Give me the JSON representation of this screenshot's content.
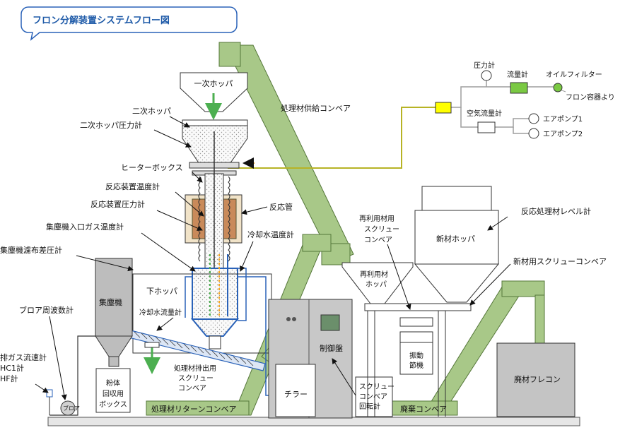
{
  "title": "フロン分解装置システムフロー図",
  "colors": {
    "accent": "#2a62b8",
    "conveyor": "#a8c888",
    "conveyor_edge": "#55773a",
    "gray_unit": "#bdbdbd",
    "heater": "#c98a5a",
    "yellow_box": "#ffff00",
    "flow_green": "#7ac943",
    "wire": "#b7b325"
  },
  "labels": {
    "primary_hopper": "一次ホッパ",
    "secondary_hopper": "二次ホッパ",
    "secondary_hopper_pressure": "二次ホッパ圧力計",
    "heater_box": "ヒーターボックス",
    "reactor_temp": "反応装置温度計",
    "reactor_pressure": "反応装置圧力計",
    "reaction_tube": "反応管",
    "dust_inlet_temp": "集塵機入口ガス温度計",
    "dust_filter_dp": "集塵機濾布差圧計",
    "cooling_water_temp": "冷却水温度計",
    "lower_hopper": "下ホッパ",
    "cooling_water_flow": "冷却水流量計",
    "dust_collector": "集塵機",
    "blower_freq": "ブロア周波数計",
    "exhaust_line1": "排ガス流速計",
    "exhaust_line2": "HC1計",
    "exhaust_line3": "HF計",
    "blower": "ブロア",
    "powder_box": [
      "粉体",
      "回収用",
      "ボックス"
    ],
    "discharge_screw": [
      "処理材排出用",
      "スクリュー",
      "コンベア"
    ],
    "return_conveyor": "処理材リターンコンベア",
    "chiller": "チラー",
    "control_panel": "制御盤",
    "screw_rpm": [
      "スクリュー",
      "コンベア",
      "回転計"
    ],
    "waste_conveyor": "廃棄コンベア",
    "vibrating_feeder": [
      "振動",
      "節機"
    ],
    "waste_flecon": "廃材フレコン",
    "supply_conveyor": "処理材供給コンベア",
    "recycle_screw": [
      "再利用材用",
      "スクリュー",
      "コンベア"
    ],
    "recycle_hopper": [
      "再利用材",
      "ホッパ"
    ],
    "new_hopper": "新材ホッパ",
    "reactant_level": "反応処理材レベル計",
    "new_screw": "新材用スクリューコンベア",
    "pressure_gauge": "圧力計",
    "flow_meter": "流量計",
    "oil_filter": "オイルフィルター",
    "from_flon": "フロン容器より",
    "air_flow_meter": "空気流量計",
    "air_pump1": "エアポンプ1",
    "air_pump2": "エアポンプ2"
  }
}
